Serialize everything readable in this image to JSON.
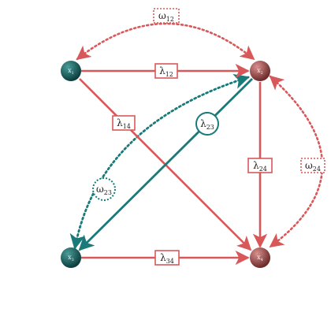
{
  "colors": {
    "red": "#d8585a",
    "teal": "#1a7a79",
    "node_teal_light": "#4a9c9a",
    "node_teal_dark": "#0b3d3c",
    "node_red_light": "#d9908e",
    "node_red_dark": "#6b2a29"
  },
  "nodes": [
    {
      "id": "x1",
      "label": "x",
      "sub": "1",
      "kind": "teal"
    },
    {
      "id": "x2",
      "label": "x",
      "sub": "2",
      "kind": "red"
    },
    {
      "id": "x3",
      "label": "x",
      "sub": "3",
      "kind": "teal"
    },
    {
      "id": "x4",
      "label": "x",
      "sub": "4",
      "kind": "red"
    }
  ],
  "edges": [
    {
      "id": "l12",
      "from": "x1",
      "to": "x2",
      "label": "λ",
      "sub": "12",
      "color": "red"
    },
    {
      "id": "l14",
      "from": "x1",
      "to": "x4",
      "label": "λ",
      "sub": "14",
      "color": "red"
    },
    {
      "id": "l24",
      "from": "x2",
      "to": "x4",
      "label": "λ",
      "sub": "24",
      "color": "red"
    },
    {
      "id": "l34",
      "from": "x3",
      "to": "x4",
      "label": "λ",
      "sub": "34",
      "color": "red"
    },
    {
      "id": "l23",
      "from": "x2",
      "to": "x3",
      "label": "λ",
      "sub": "23",
      "color": "teal"
    }
  ],
  "covariances": [
    {
      "id": "w12",
      "between": [
        "x1",
        "x2"
      ],
      "label": "ω",
      "sub": "12",
      "color": "red"
    },
    {
      "id": "w24",
      "between": [
        "x2",
        "x4"
      ],
      "label": "ω",
      "sub": "24",
      "color": "red"
    },
    {
      "id": "w23",
      "between": [
        "x2",
        "x3"
      ],
      "label": "ω",
      "sub": "23",
      "color": "teal"
    }
  ]
}
